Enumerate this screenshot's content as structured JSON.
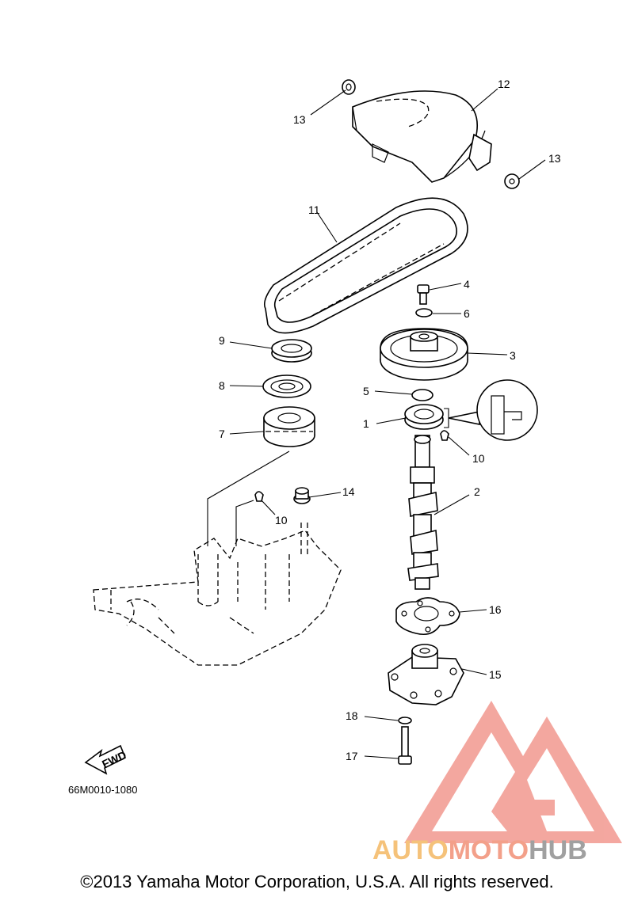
{
  "callouts": [
    "1",
    "2",
    "3",
    "4",
    "5",
    "6",
    "7",
    "8",
    "9",
    "10",
    "10",
    "11",
    "12",
    "13",
    "13",
    "14",
    "15",
    "16",
    "17",
    "18"
  ],
  "catalog_code": "66M0010-1080",
  "fwd_label": "FWD",
  "copyright": "©2013 Yamaha Motor Corporation, U.S.A. All rights reserved.",
  "watermark": {
    "part1": "AUTO",
    "part2": "MOTO",
    "part3": "HUB"
  },
  "colors": {
    "line": "#000000",
    "watermark_red": "#f08a80",
    "watermark_yellow": "#f5c27a",
    "watermark_gray": "#a0a0a0"
  }
}
